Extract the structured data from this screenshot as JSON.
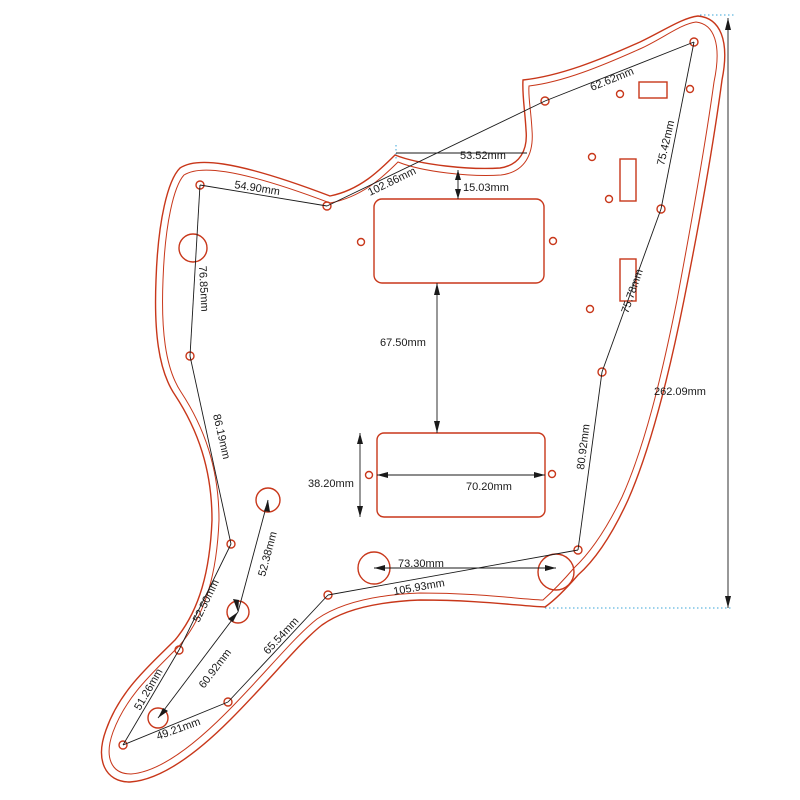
{
  "colors": {
    "outline": "#c8371a",
    "dimension": "#1a1a1a",
    "extension": "#3aa6d8",
    "background": "#ffffff"
  },
  "dimensions": {
    "overall_height": "262.09mm",
    "top_edge_to_right": "62.62mm",
    "top_notch_width": "53.52mm",
    "top_diagonal": "102.86mm",
    "top_left_edge": "54.90mm",
    "neck_pickup_gap": "15.03mm",
    "right_upper": "75.42mm",
    "right_middle": "75.78mm",
    "right_lower": "80.92mm",
    "left_upper": "76.85mm",
    "left_middle": "86.19mm",
    "pickup_spacing": "67.50mm",
    "pickup_height": "38.20mm",
    "pickup_width": "70.20mm",
    "bottom_holes_spacing": "73.30mm",
    "bottom_diagonal": "105.93mm",
    "left_lower": "52.50mm",
    "knob_spacing": "52.38mm",
    "bottom_left_edge": "51.26mm",
    "knob_diagonal": "60.92mm",
    "bottom_lower_edge": "65.54mm",
    "bottom_tip": "49.21mm"
  }
}
